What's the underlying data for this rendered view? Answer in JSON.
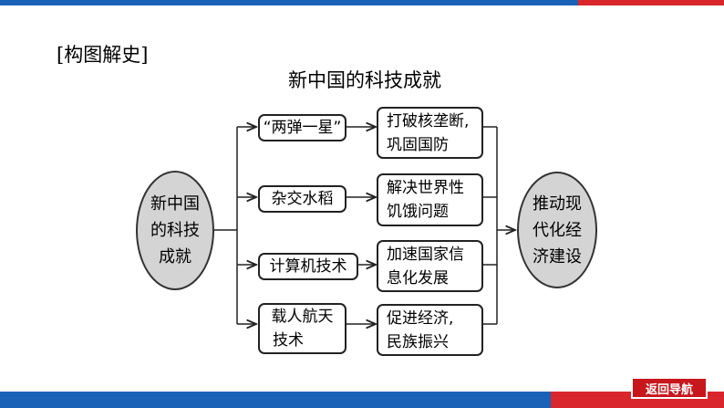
{
  "section_label": "[构图解史]",
  "diagram": {
    "title": "新中国的科技成就",
    "source": "新中国\n的科技\n成就",
    "target": "推动现\n代化经\n济建设",
    "branches": [
      {
        "achievement": [
          "“两弹一星”"
        ],
        "impact": [
          "打破核垄断,",
          "巩固国防"
        ]
      },
      {
        "achievement": [
          "杂交水稻"
        ],
        "impact": [
          "解决世界性",
          "饥饿问题"
        ]
      },
      {
        "achievement": [
          "计算机技术"
        ],
        "impact": [
          "加速国家信",
          "息化发展"
        ]
      },
      {
        "achievement": [
          "载人航天",
          "技术"
        ],
        "impact": [
          "促进经济,",
          "民族振兴"
        ]
      }
    ]
  },
  "nav": {
    "back_label": "返回导航"
  },
  "colors": {
    "bar_blue": "#1a62b8",
    "bar_red": "#d9262c",
    "button_red": "#c8161d",
    "ellipse_fill": "#d4d4d4"
  }
}
